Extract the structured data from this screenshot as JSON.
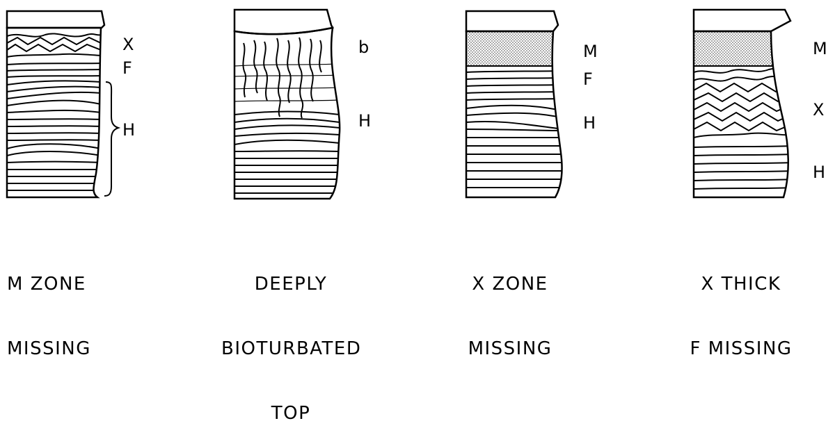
{
  "columns": [
    {
      "id": "m-zone-missing",
      "caption_lines": [
        "M ZONE",
        "MISSING"
      ],
      "zone_labels": [
        "X",
        "F",
        "H"
      ]
    },
    {
      "id": "deeply-bioturbated-top",
      "caption_lines": [
        "DEEPLY",
        "BIOTURBATED",
        "TOP"
      ],
      "zone_labels": [
        "b",
        "H"
      ]
    },
    {
      "id": "x-zone-missing",
      "caption_lines": [
        "X ZONE",
        "MISSING"
      ],
      "zone_labels": [
        "M",
        "F",
        "H"
      ]
    },
    {
      "id": "x-thick-f-missing",
      "caption_lines": [
        "X THICK",
        "F MISSING"
      ],
      "zone_labels": [
        "M",
        "X",
        "H"
      ]
    }
  ]
}
